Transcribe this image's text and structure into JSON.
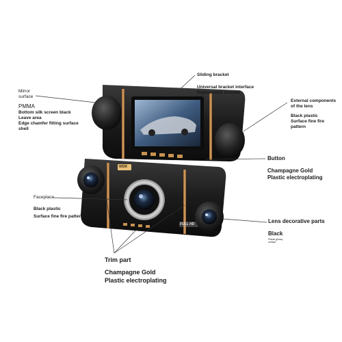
{
  "top_camera": {
    "mirror_surface": [
      "Mirror",
      "surface"
    ],
    "pmma_title": "PMMA",
    "pmma_lines": [
      "Bottom silk screen black",
      "Leave  area",
      "Edge chamfer fitting surface",
      "shell"
    ],
    "sliding_bracket": "Sliding bracket",
    "universal_bracket": [
      "Universal bracket interface",
      "Replaceable bracket"
    ],
    "external_components": [
      "External components",
      "of the lens"
    ],
    "black_plastic_fire": [
      "Black plastic",
      "Surface fine fire",
      "pattern"
    ]
  },
  "bottom_camera": {
    "button": "Button",
    "champagne_gold_right": [
      "Champagne Gold",
      "Plastic electroplating"
    ],
    "faceplate": "Faceplace",
    "black_plastic_left": [
      "Black plastic",
      "Surface fine fire pattern"
    ],
    "lens_decorative": "Lens decorative parts",
    "lens_black": "Black",
    "lens_black_sub": [
      "Plastic glossy",
      "surface"
    ],
    "badge_wdr": "WDR",
    "badge_fullhd": "FULL HD",
    "trim_part": "Trim part",
    "champagne_gold_bottom": [
      "Champagne Gold",
      "Plastic electroplating"
    ]
  }
}
